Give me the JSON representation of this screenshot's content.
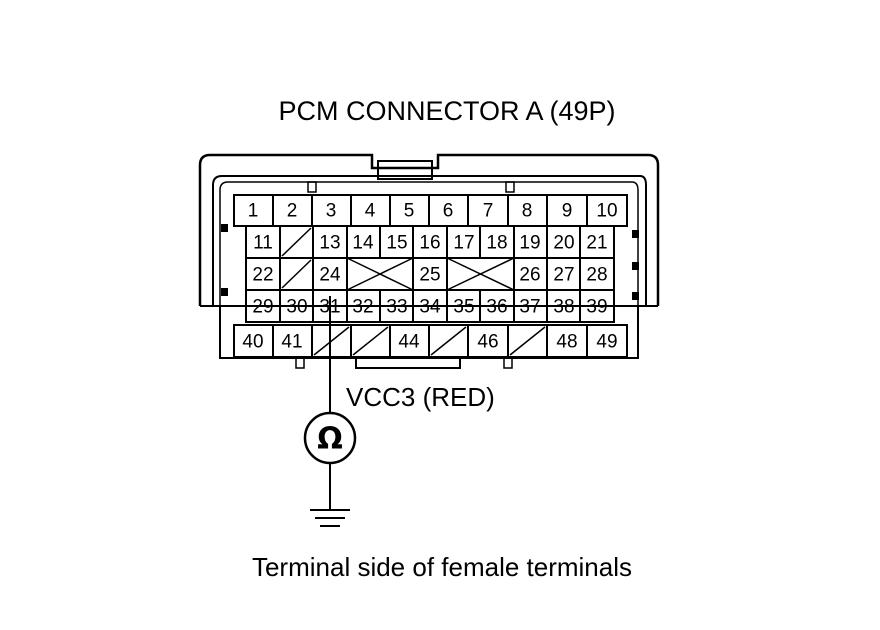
{
  "title": "PCM CONNECTOR A (49P)",
  "probe_label": "VCC3 (RED)",
  "caption": "Terminal side of female terminals",
  "meter_symbol": "Ω",
  "meter_icon": "ohmmeter-icon",
  "ground_icon": "ground-icon",
  "connector": {
    "rows": [
      [
        "1",
        "2",
        "3",
        "4",
        "5",
        "6",
        "7",
        "8",
        "9",
        "10"
      ],
      [
        "11",
        "",
        "13",
        "14",
        "15",
        "16",
        "17",
        "18",
        "19",
        "20",
        "21"
      ],
      [
        "22",
        "",
        "24",
        "",
        "25",
        "",
        "26",
        "27",
        "28"
      ],
      [
        "29",
        "30",
        "31",
        "32",
        "33",
        "34",
        "35",
        "36",
        "37",
        "38",
        "39"
      ],
      [
        "40",
        "41",
        "",
        "",
        "44",
        "",
        "46",
        "",
        "48",
        "49"
      ]
    ]
  }
}
